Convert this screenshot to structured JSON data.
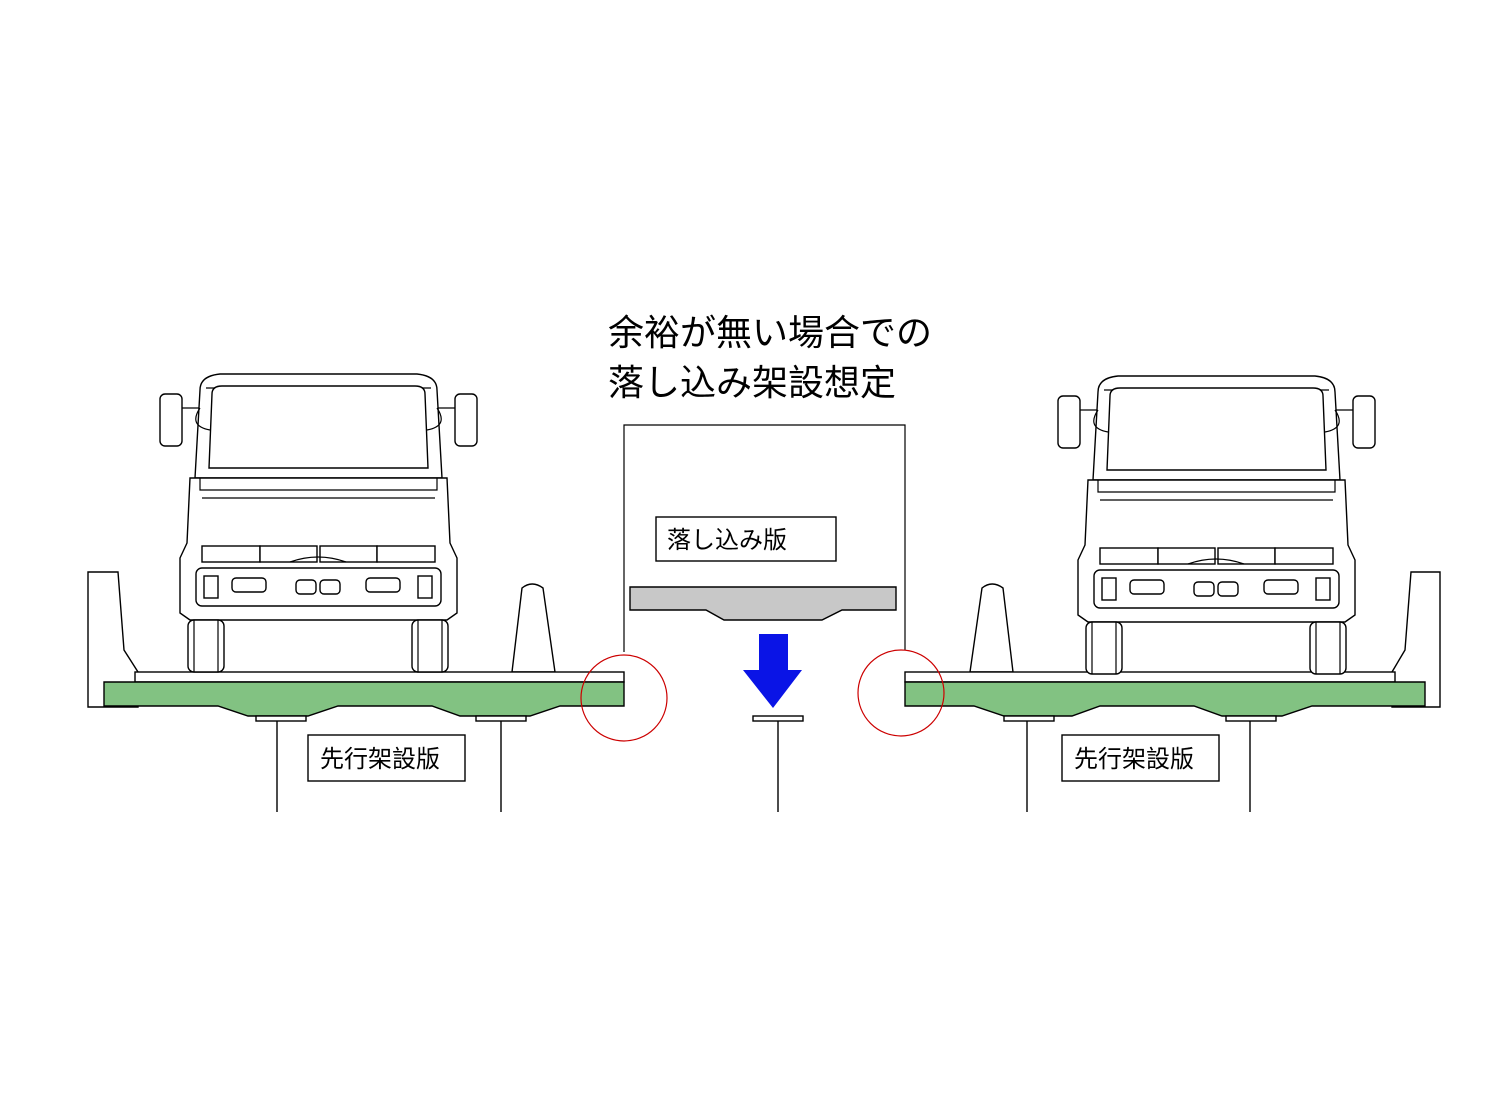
{
  "title": {
    "line1": "余裕が無い場合での",
    "line2": "落し込み架設想定"
  },
  "labels": {
    "drop_slab": "落し込み版",
    "left_slab": "先行架設版",
    "right_slab": "先行架設版"
  },
  "colors": {
    "slab_fill": "#82c282",
    "drop_slab_fill": "#c8c8c8",
    "arrow": "#0a14e6",
    "highlight_circle": "#cc0000",
    "line": "#000000"
  },
  "icons": {
    "truck": "truck-front-view",
    "arrow": "down-arrow"
  }
}
